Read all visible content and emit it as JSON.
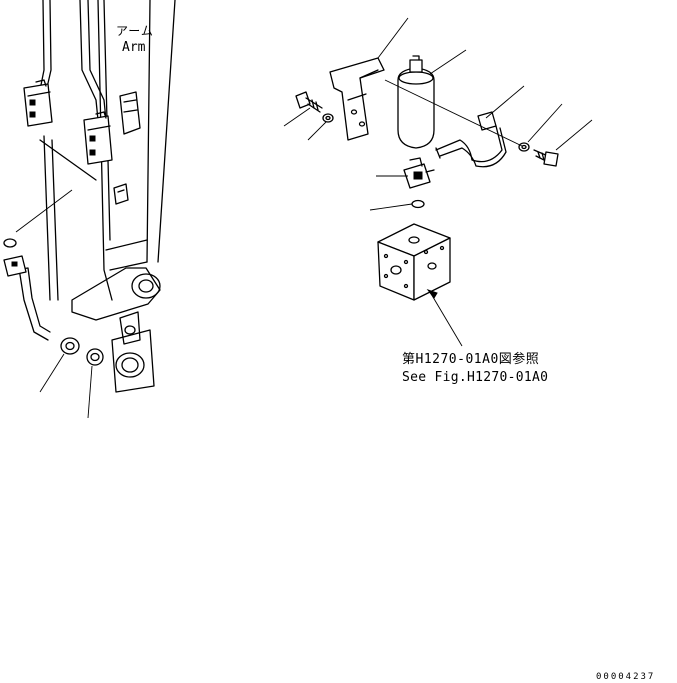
{
  "labels": {
    "arm_jp": "アーム",
    "arm_en": "Arm",
    "ref_jp": "第H1270-01A0図参照",
    "ref_en": "See Fig.H1270-01A0",
    "drawing_no": "00004237"
  },
  "colors": {
    "line": "#000000",
    "background": "#ffffff"
  }
}
